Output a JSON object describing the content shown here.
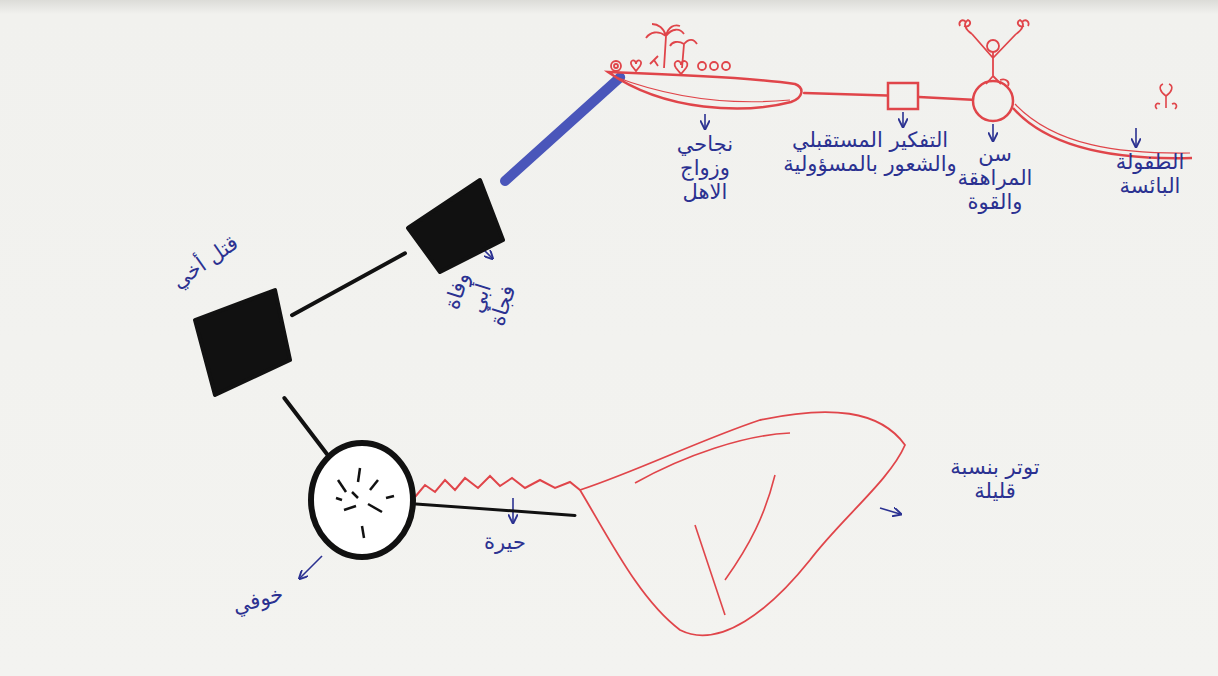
{
  "diagram": {
    "nodes": [
      {
        "text": [
          "سن المراهقة والقوة"
        ]
      },
      {
        "text": [
          "التفكير المستقبلي والشعور بالمسؤولية"
        ]
      },
      {
        "text": [
          "نجاحي وزواج الاهل"
        ]
      },
      {
        "text": [
          "وفاة أبي فجأة"
        ]
      },
      {
        "text": [
          "قتل أخي"
        ]
      },
      {
        "text": [
          "خوفي"
        ]
      },
      {
        "text": [
          "توتر بنسبة قليلة"
        ]
      }
    ],
    "edges": [
      {
        "from": 0,
        "to": 1,
        "arrow": "none"
      },
      {
        "from": 1,
        "to": 2,
        "arrow": "none"
      },
      {
        "from": 2,
        "to": 3,
        "arrow": "none"
      },
      {
        "from": 3,
        "to": 4,
        "arrow": "none"
      },
      {
        "from": 4,
        "to": 5,
        "arrow": "none"
      },
      {
        "from": 5,
        "to": 6,
        "label": "حيرة",
        "arrow": "none"
      }
    ],
    "labels": [
      "الطفولة البائسة"
    ]
  }
}
